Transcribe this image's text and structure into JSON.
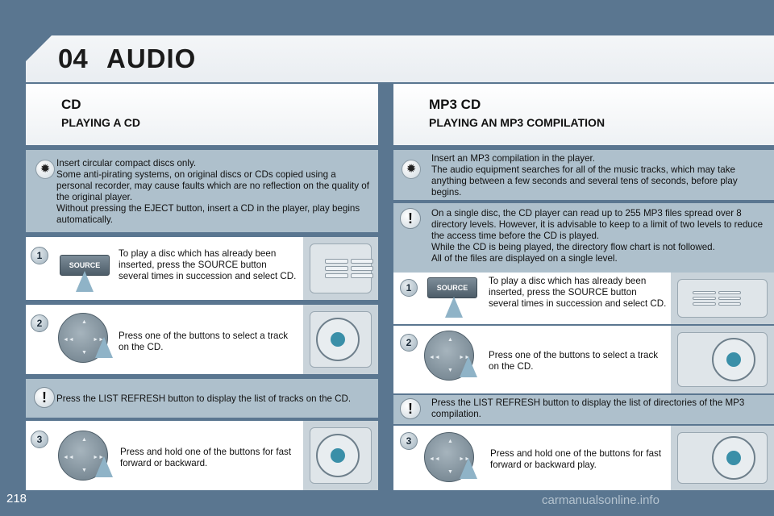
{
  "header": {
    "chapter_number": "04",
    "chapter_title": "AUDIO"
  },
  "left": {
    "title": "CD",
    "subtitle": "PLAYING A CD",
    "info": [
      "Insert circular compact discs only.",
      "Some anti-pirating systems, on original discs or CDs copied using a personal recorder, may cause faults which are no reflection on the quality of the original player.",
      "Without pressing the EJECT button, insert a CD in the player, play begins automatically."
    ],
    "steps": [
      {
        "number": "1",
        "text": "To play a disc which has already been inserted, press the SOURCE button several times in succession and select CD."
      },
      {
        "number": "2",
        "text": "Press one of the buttons to select a track on the CD."
      },
      {
        "number": "3",
        "text": "Press and hold one of the buttons for fast forward or backward."
      }
    ],
    "warning": "Press the LIST REFRESH button to display the list of tracks on the CD."
  },
  "right": {
    "title": "MP3 CD",
    "subtitle": "PLAYING AN MP3 COMPILATION",
    "info": [
      "Insert an MP3 compilation in the player.",
      "The audio equipment searches for all of the music tracks, which may take anything between a few seconds and several tens of seconds, before play begins."
    ],
    "warning_top": [
      "On a single disc, the CD player can read up to 255 MP3 files spread over 8 directory levels. However, it is advisable to keep to a limit of two levels to reduce the access time before the CD is played.",
      "While the CD is being played, the directory flow chart is not followed.",
      "All of the files are displayed on a single level."
    ],
    "steps": [
      {
        "number": "1",
        "text": "To play a disc which has already been inserted, press the SOURCE button several times in succession and select CD."
      },
      {
        "number": "2",
        "text": "Press one of the buttons to select a track on the CD."
      },
      {
        "number": "3",
        "text": "Press and hold one of the buttons for fast forward or backward play."
      }
    ],
    "warning": "Press the LIST REFRESH button to display the list of directories of the MP3 compilation."
  },
  "icons": {
    "info": "sun-icon",
    "warning": "exclamation-icon",
    "step_badge": "step-number-badge",
    "source_button": "source-button-illustration",
    "source_label": "SOURCE",
    "dpad": "navigation-dpad-illustration"
  },
  "footer": {
    "page_number": "218",
    "watermark": "carmanualsonline.info"
  }
}
